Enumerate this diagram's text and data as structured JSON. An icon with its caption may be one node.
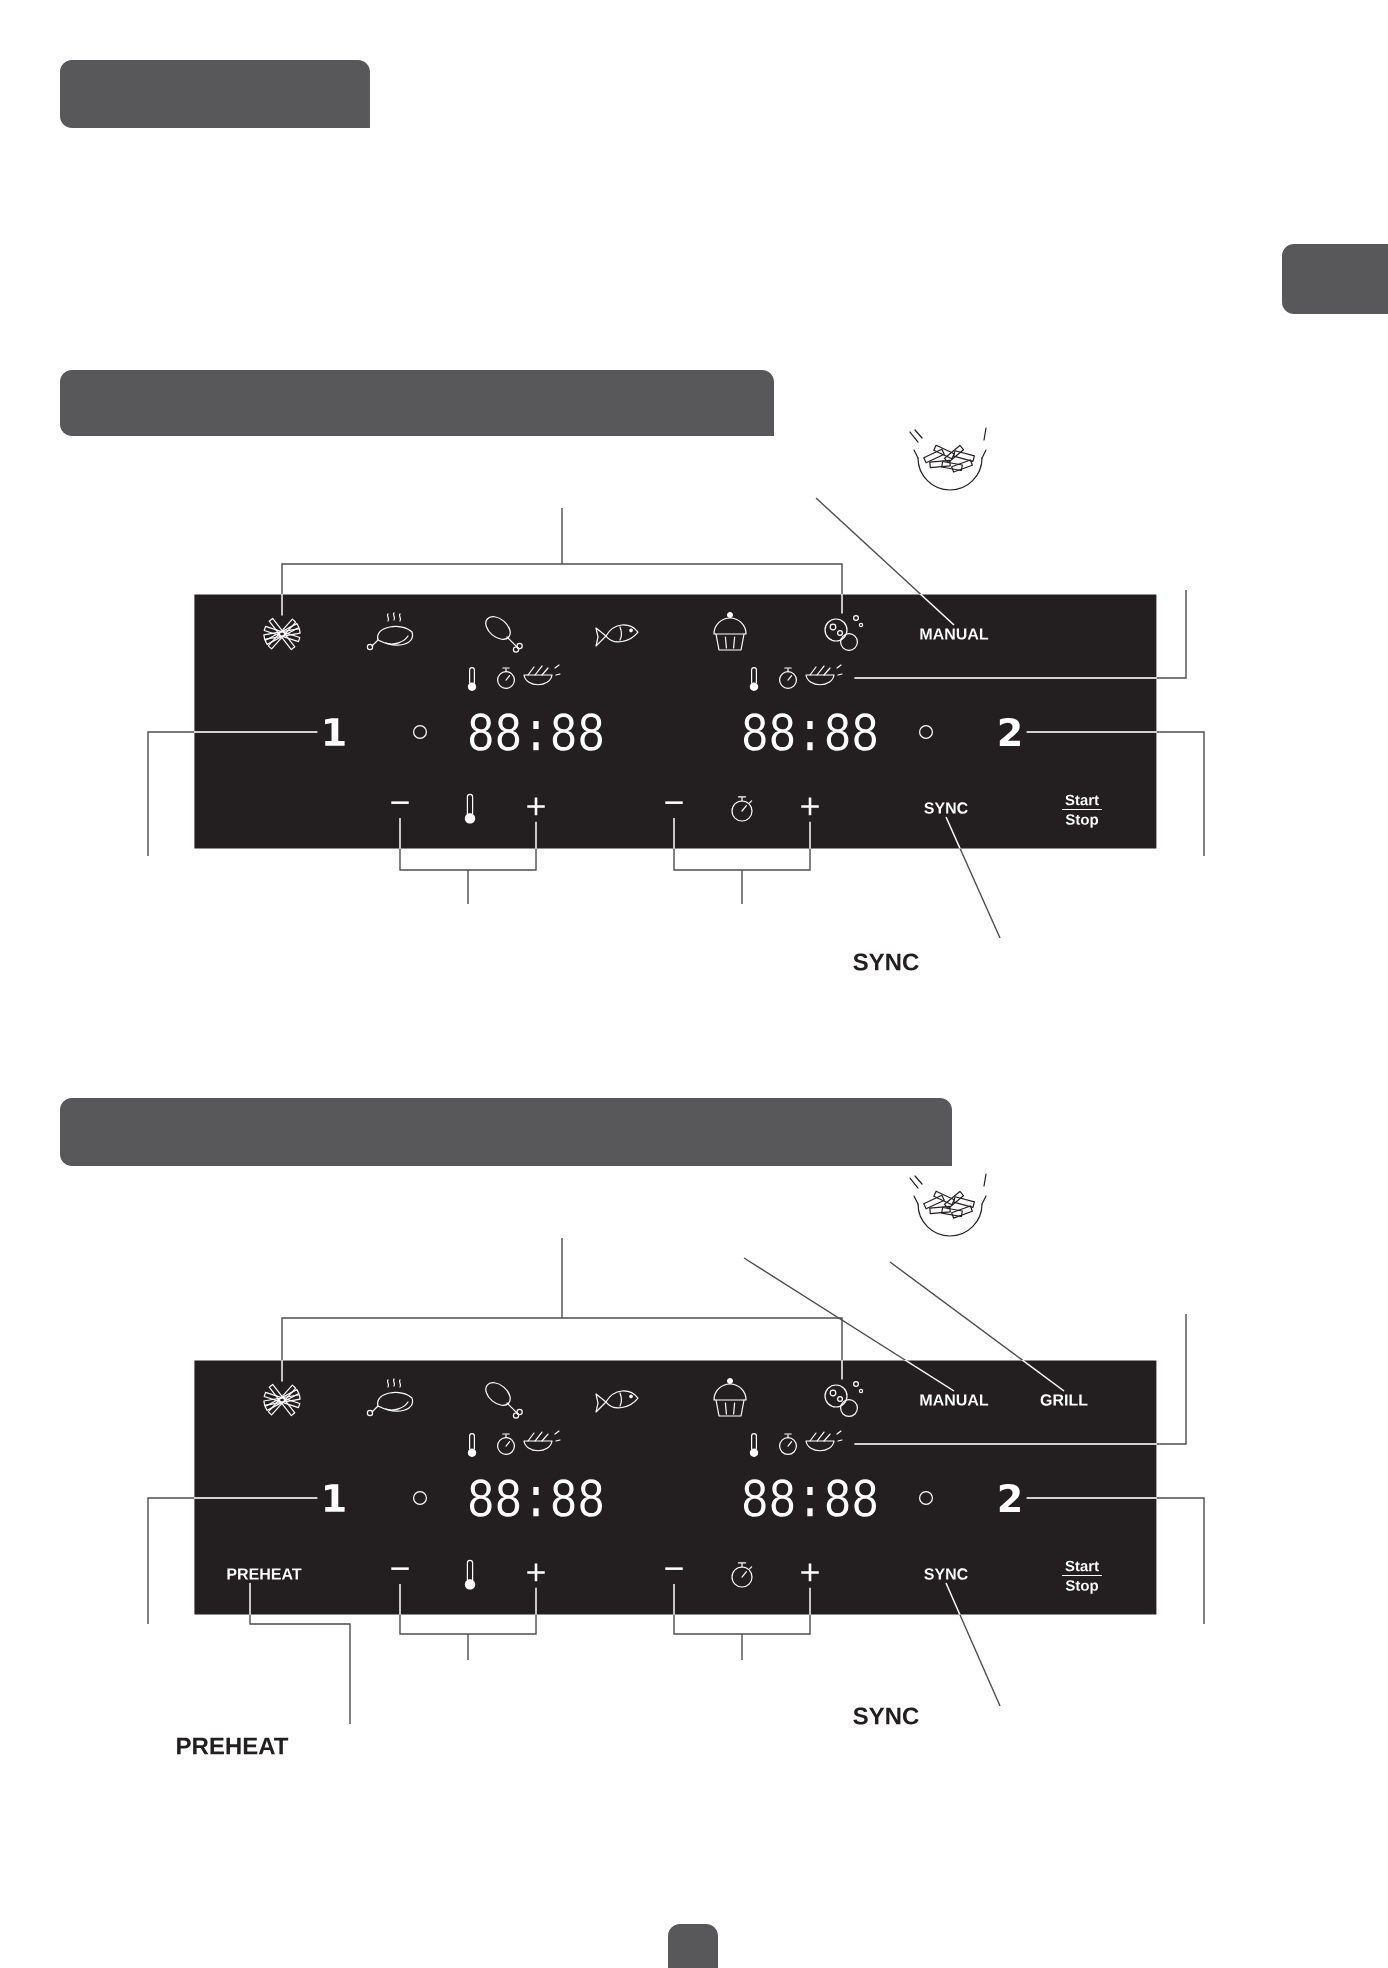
{
  "diagram": {
    "nodes": [
      {
        "text": [],
        "shape": "box"
      },
      {
        "text": [],
        "shape": "picture",
        "in": 0
      },
      {
        "text": [],
        "shape": "picture",
        "in": 0
      },
      {
        "text": [
          "MANUAL"
        ],
        "in": 0
      },
      {
        "text": [],
        "shape": "picture",
        "in": 0
      },
      {
        "text": [
          "1"
        ],
        "in": 0
      },
      {
        "text": [
          "2"
        ],
        "in": 0
      },
      {
        "text": [
          "−"
        ],
        "in": 0
      },
      {
        "text": [
          "+"
        ],
        "in": 0
      },
      {
        "text": [
          "−"
        ],
        "in": 0
      },
      {
        "text": [
          "+"
        ],
        "in": 0
      },
      {
        "text": [
          "SYNC"
        ],
        "in": 0
      },
      {
        "text": [],
        "shape": "box"
      },
      {
        "text": [],
        "shape": "picture",
        "in": 12
      },
      {
        "text": [],
        "shape": "picture",
        "in": 12
      },
      {
        "text": [
          "MANUAL"
        ],
        "in": 12
      },
      {
        "text": [
          "GRILL"
        ],
        "in": 12
      },
      {
        "text": [],
        "shape": "picture",
        "in": 12
      },
      {
        "text": [
          "1"
        ],
        "in": 12
      },
      {
        "text": [
          "2"
        ],
        "in": 12
      },
      {
        "text": [
          "PREHEAT"
        ],
        "in": 12
      },
      {
        "text": [
          "−"
        ],
        "in": 12
      },
      {
        "text": [
          "+"
        ],
        "in": 12
      },
      {
        "text": [
          "−"
        ],
        "in": 12
      },
      {
        "text": [
          "+"
        ],
        "in": 12
      },
      {
        "text": [
          "SYNC"
        ],
        "in": 12
      }
    ],
    "edges": [
      {
        "from": null,
        "to": 1,
        "arrow": "none"
      },
      {
        "from": null,
        "to": 2,
        "arrow": "none"
      },
      {
        "from": null,
        "to": 3,
        "arrow": "none"
      },
      {
        "from": null,
        "to": 4,
        "arrow": "none"
      },
      {
        "from": null,
        "to": 5,
        "arrow": "none"
      },
      {
        "from": null,
        "to": 6,
        "arrow": "none"
      },
      {
        "from": null,
        "to": 7,
        "arrow": "none"
      },
      {
        "from": null,
        "to": 8,
        "arrow": "none"
      },
      {
        "from": null,
        "to": 9,
        "arrow": "none"
      },
      {
        "from": null,
        "to": 10,
        "arrow": "none"
      },
      {
        "from": null,
        "to": 11,
        "arrow": "none"
      },
      {
        "from": null,
        "to": 13,
        "arrow": "none"
      },
      {
        "from": null,
        "to": 14,
        "arrow": "none"
      },
      {
        "from": null,
        "to": 15,
        "arrow": "none"
      },
      {
        "from": null,
        "to": 16,
        "arrow": "none"
      },
      {
        "from": null,
        "to": 17,
        "arrow": "none"
      },
      {
        "from": null,
        "to": 18,
        "arrow": "none"
      },
      {
        "from": null,
        "to": 19,
        "arrow": "none"
      },
      {
        "from": null,
        "to": 20,
        "arrow": "none"
      },
      {
        "from": null,
        "to": 21,
        "arrow": "none"
      },
      {
        "from": null,
        "to": 22,
        "arrow": "none"
      },
      {
        "from": null,
        "to": 23,
        "arrow": "none"
      },
      {
        "from": null,
        "to": 24,
        "arrow": "none"
      },
      {
        "from": null,
        "to": 25,
        "arrow": "none"
      }
    ],
    "labels": [
      "88:88",
      "88:88",
      "Start",
      "Stop",
      "SYNC",
      "88:88",
      "88:88",
      "Start",
      "Stop",
      "SYNC",
      "PREHEAT"
    ]
  }
}
